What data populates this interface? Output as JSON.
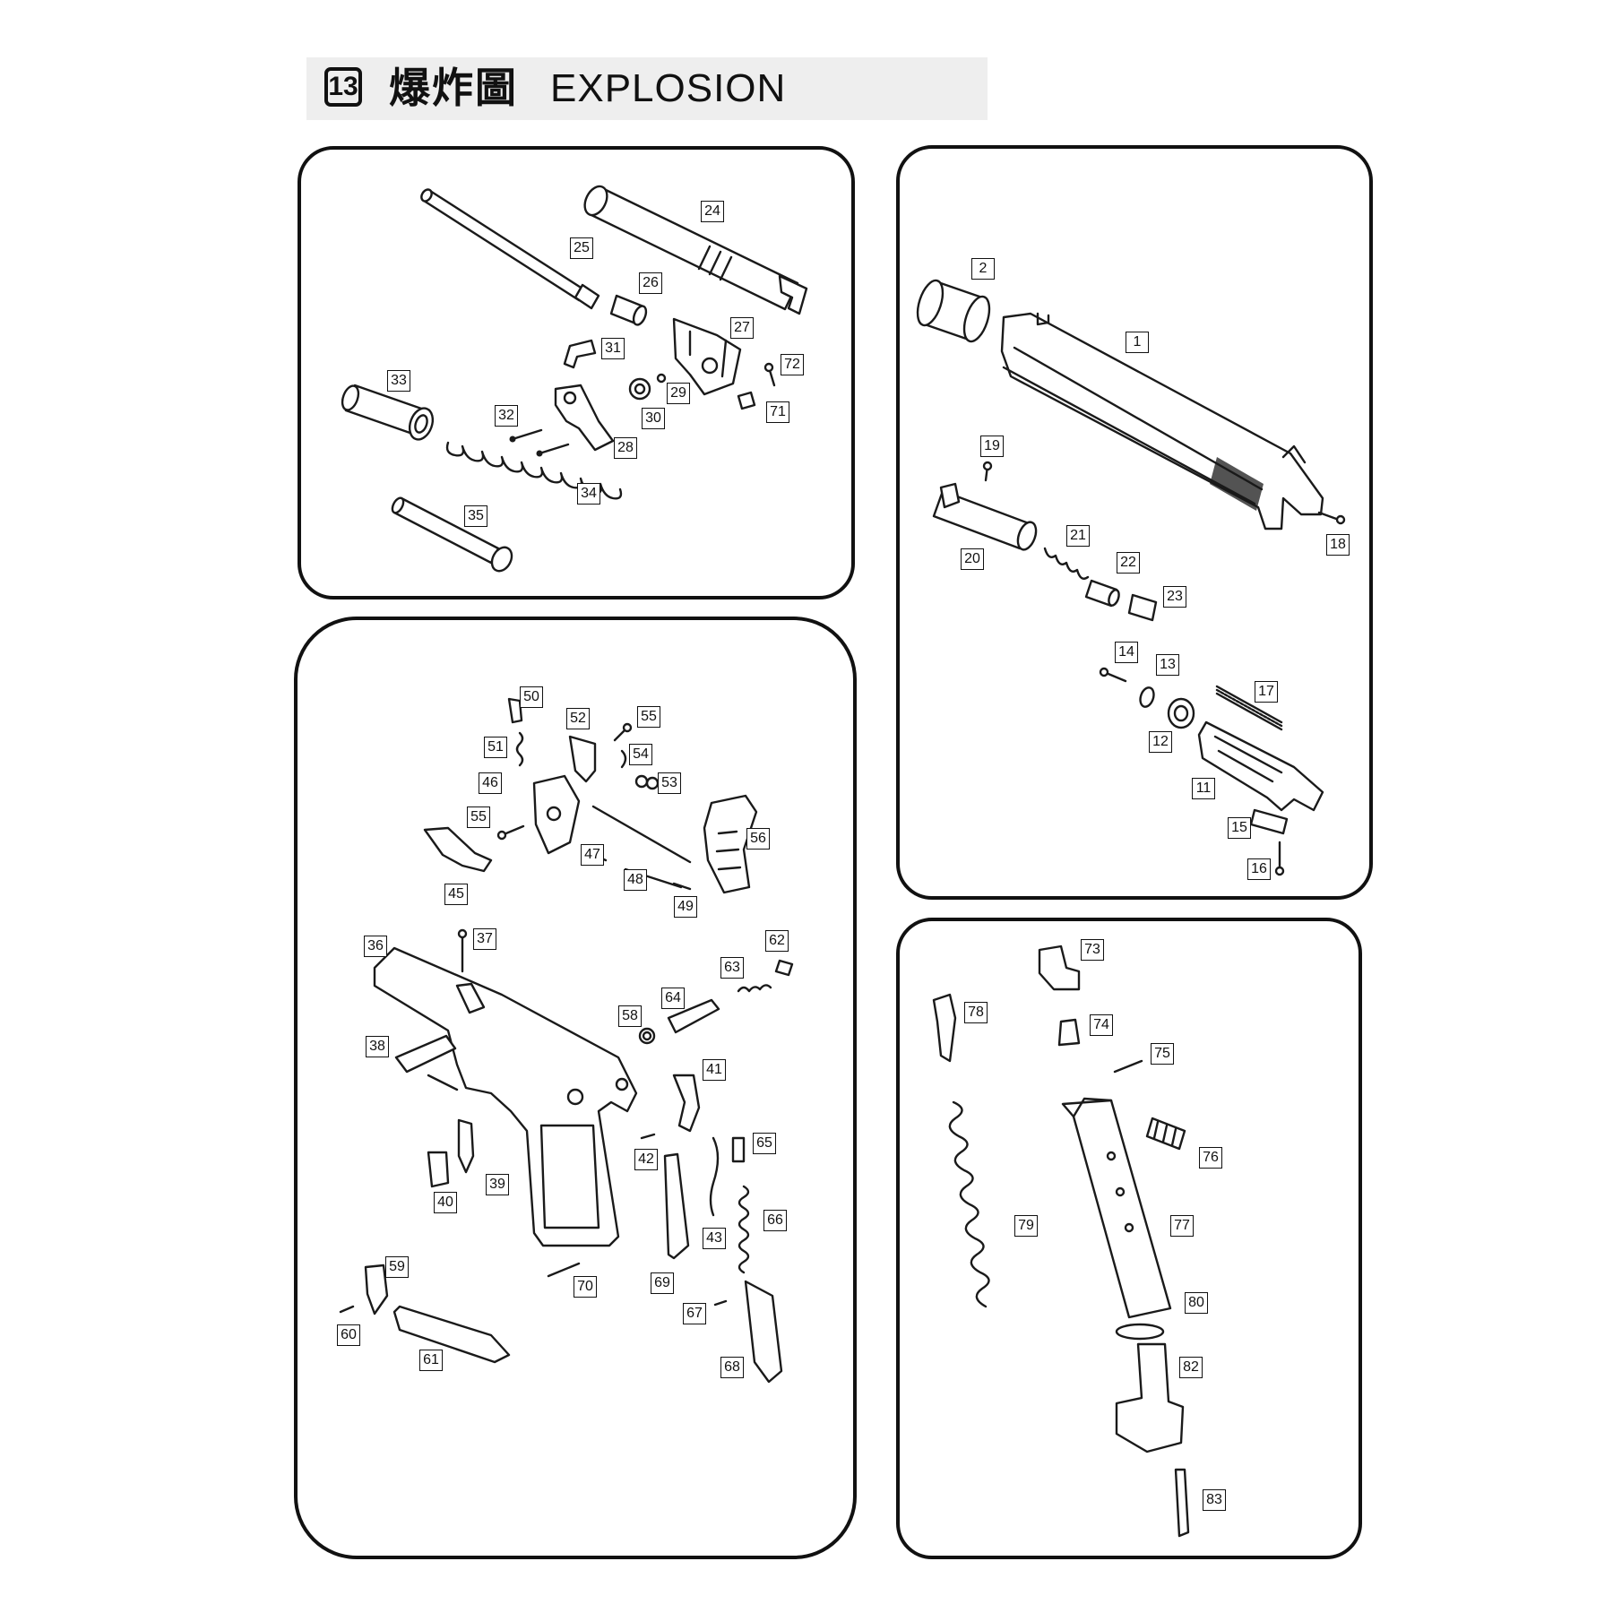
{
  "header": {
    "section_number": "13",
    "title_cjk": "爆炸圖",
    "title_en": "EXPLOSION"
  },
  "parts": {
    "barrel": [
      "24",
      "25",
      "26",
      "27",
      "31",
      "72",
      "33",
      "29",
      "32",
      "30",
      "71",
      "28",
      "34",
      "35"
    ],
    "frame": [
      "50",
      "52",
      "55",
      "51",
      "54",
      "46",
      "53",
      "55",
      "56",
      "47",
      "48",
      "45",
      "49",
      "36",
      "37",
      "62",
      "63",
      "64",
      "58",
      "38",
      "41",
      "42",
      "65",
      "39",
      "40",
      "66",
      "43",
      "69",
      "70",
      "59",
      "67",
      "60",
      "61",
      "68"
    ],
    "slide": [
      "2",
      "1",
      "19",
      "18",
      "21",
      "20",
      "22",
      "23",
      "14",
      "13",
      "17",
      "12",
      "11",
      "15",
      "16"
    ],
    "magazine": [
      "73",
      "78",
      "74",
      "75",
      "76",
      "77",
      "79",
      "80",
      "82",
      "83"
    ]
  }
}
